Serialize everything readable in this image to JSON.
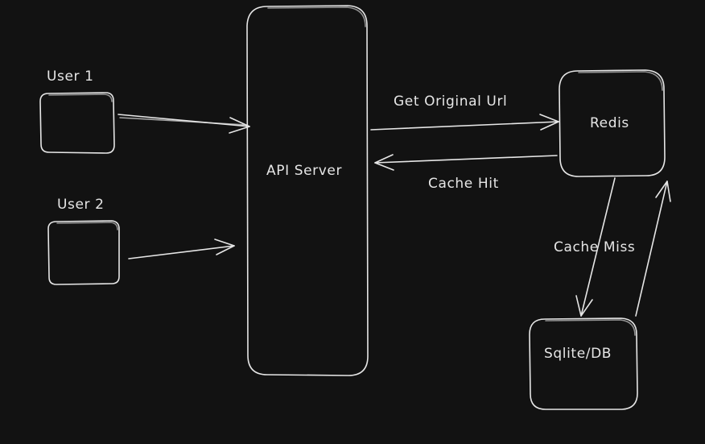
{
  "nodes": {
    "user1": {
      "label": "User 1"
    },
    "user2": {
      "label": "User 2"
    },
    "api_server": {
      "label": "API Server"
    },
    "redis": {
      "label": "Redis"
    },
    "db": {
      "label": "Sqlite/DB"
    }
  },
  "edges": {
    "get_original_url": {
      "label": "Get Original Url"
    },
    "cache_hit": {
      "label": "Cache Hit"
    },
    "cache_miss": {
      "label": "Cache Miss"
    }
  }
}
